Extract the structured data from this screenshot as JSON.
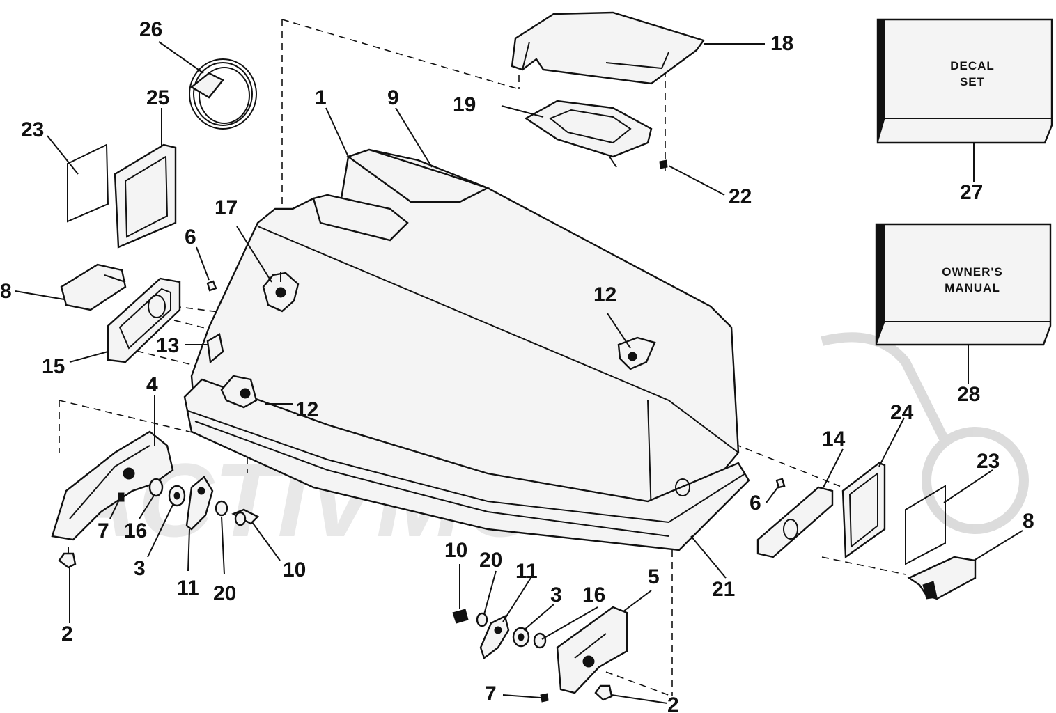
{
  "watermark": {
    "text": "ACTIVMOTO"
  },
  "boxes": {
    "decal_set": {
      "line1": "DECAL",
      "line2": "SET"
    },
    "owners_manual": {
      "line1": "OWNER'S",
      "line2": "MANUAL"
    }
  },
  "callouts": {
    "c1": "1",
    "c9": "9",
    "c17": "17",
    "c6a": "6",
    "c12a": "12",
    "c12b": "12",
    "c13": "13",
    "c8a": "8",
    "c15": "15",
    "c4": "4",
    "c7a": "7",
    "c16a": "16",
    "c3a": "3",
    "c11a": "11",
    "c20a": "20",
    "c10a": "10",
    "c2a": "2",
    "c23a": "23",
    "c25": "25",
    "c26": "26",
    "c18": "18",
    "c19": "19",
    "c22": "22",
    "c27": "27",
    "c28": "28",
    "c14": "14",
    "c24": "24",
    "c23b": "23",
    "c6b": "6",
    "c8b": "8",
    "c21": "21",
    "c5": "5",
    "c16b": "16",
    "c3b": "3",
    "c11b": "11",
    "c20b": "20",
    "c10b": "10",
    "c7b": "7",
    "c2b": "2"
  }
}
